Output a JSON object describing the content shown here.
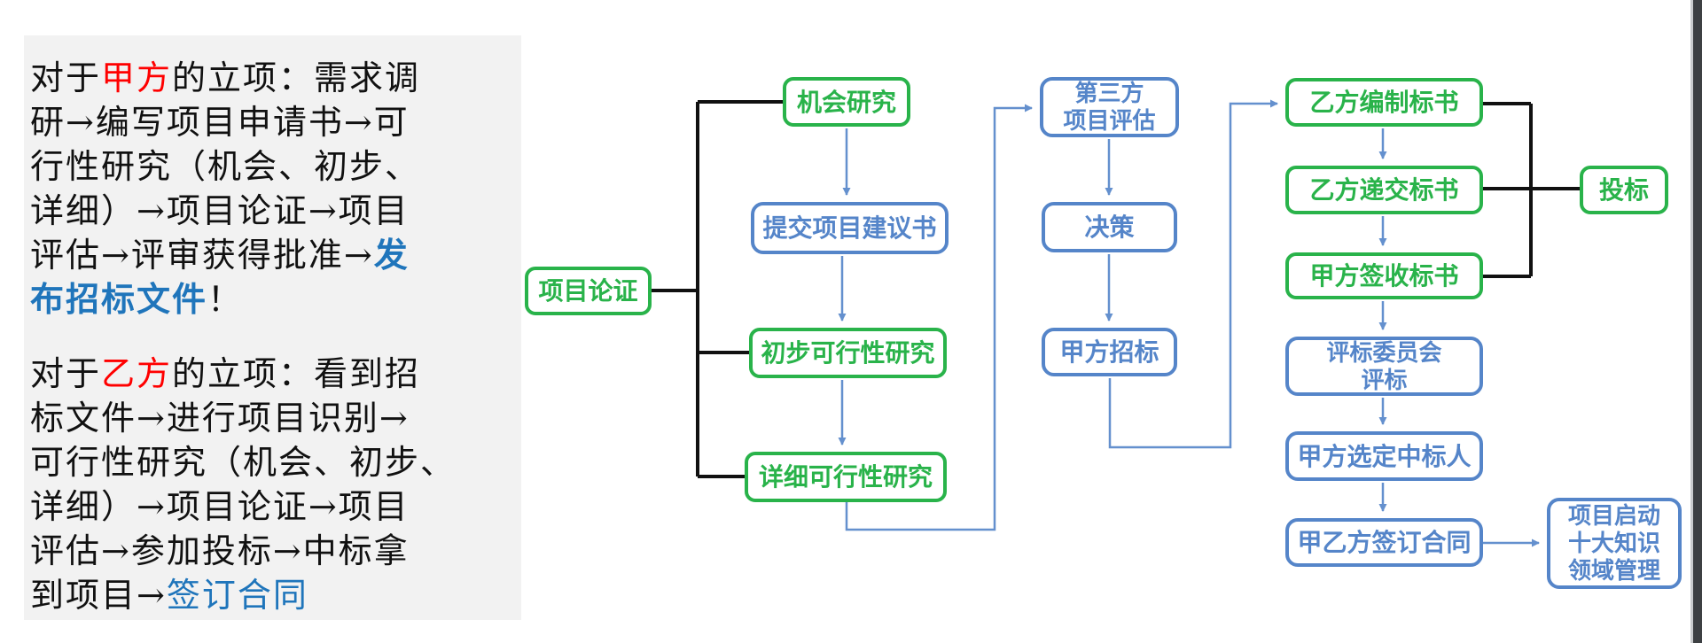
{
  "colors": {
    "green": "#29B34A",
    "blue_box": "#5585C9",
    "blue_connector": "#6490CE",
    "black_connector": "#111111",
    "text_black": "#111111",
    "text_red": "#FF0000",
    "text_blue": "#1F75BB",
    "panel_bg": "#F2F2F2",
    "page_bg": "#FFFFFF",
    "edge_strip": "#3D4043"
  },
  "panel": {
    "paragraphs": [
      {
        "lines": [
          [
            {
              "t": "对于"
            },
            {
              "t": "甲方",
              "c": "red"
            },
            {
              "t": "的立项：需求调"
            }
          ],
          [
            {
              "t": "研→编写项目申请书→可"
            }
          ],
          [
            {
              "t": "行性研究（机会、初步、"
            }
          ],
          [
            {
              "t": "详细）→项目论证→项目"
            }
          ],
          [
            {
              "t": "评估→评审获得批准→"
            },
            {
              "t": "发",
              "c": "blue-bold"
            }
          ],
          [
            {
              "t": "布招标文件",
              "c": "blue-bold"
            },
            {
              "t": "！"
            }
          ]
        ]
      },
      {
        "lines": [
          [
            {
              "t": "对于"
            },
            {
              "t": "乙方",
              "c": "red"
            },
            {
              "t": "的立项：看到招"
            }
          ],
          [
            {
              "t": "标文件→进行项目识别→"
            }
          ],
          [
            {
              "t": "可行性研究（机会、初步、"
            }
          ],
          [
            {
              "t": "详细）→项目论证→项目"
            }
          ],
          [
            {
              "t": "评估→参加投标→中标拿"
            }
          ],
          [
            {
              "t": "到项目→"
            },
            {
              "t": "签订合同",
              "c": "blue"
            }
          ]
        ]
      }
    ]
  },
  "flow": {
    "nodes": [
      {
        "label": "项目论证",
        "type": "green"
      },
      {
        "label": "机会研究",
        "type": "green"
      },
      {
        "label": "提交项目建议书",
        "type": "blue"
      },
      {
        "label": "初步可行性研究",
        "type": "green"
      },
      {
        "label": "详细可行性研究",
        "type": "green"
      },
      {
        "label": "第三方\n项目评估",
        "type": "blue"
      },
      {
        "label": "决策",
        "type": "blue"
      },
      {
        "label": "甲方招标",
        "type": "blue"
      },
      {
        "label": "乙方编制标书",
        "type": "green"
      },
      {
        "label": "乙方递交标书",
        "type": "green"
      },
      {
        "label": "甲方签收标书",
        "type": "green"
      },
      {
        "label": "评标委员会\n评标",
        "type": "blue"
      },
      {
        "label": "甲方选定中标人",
        "type": "blue"
      },
      {
        "label": "甲乙方签订合同",
        "type": "blue"
      },
      {
        "label": "投标",
        "type": "green"
      },
      {
        "label": "项目启动\n十大知识\n领域管理",
        "type": "blue"
      }
    ]
  }
}
